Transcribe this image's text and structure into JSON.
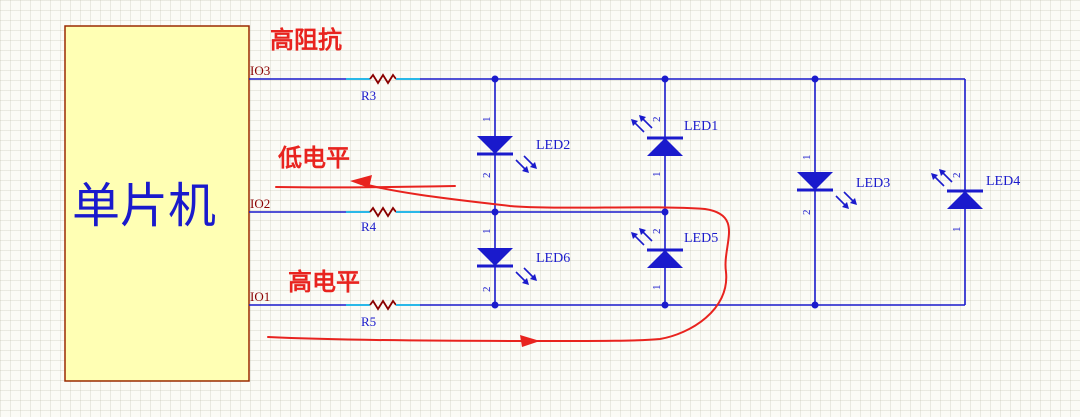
{
  "mcu": {
    "label": "单片机"
  },
  "pins": {
    "io3": "IO3",
    "io2": "IO2",
    "io1": "IO1"
  },
  "resistors": {
    "r3": "R3",
    "r4": "R4",
    "r5": "R5"
  },
  "leds": {
    "led1": "LED1",
    "led2": "LED2",
    "led3": "LED3",
    "led4": "LED4",
    "led5": "LED5",
    "led6": "LED6"
  },
  "pin_numbers": {
    "one": "1",
    "two": "2"
  },
  "annotations": {
    "high_impedance": "高阻抗",
    "low_level": "低电平",
    "high_level": "高电平"
  },
  "colors": {
    "wire": "#1a1acc",
    "annotation": "#e8231e",
    "mcu_fill": "#ffffb4",
    "mcu_border": "#9a2a00",
    "resistor": "#8a0000",
    "pin_tip": "#29b8e8"
  }
}
